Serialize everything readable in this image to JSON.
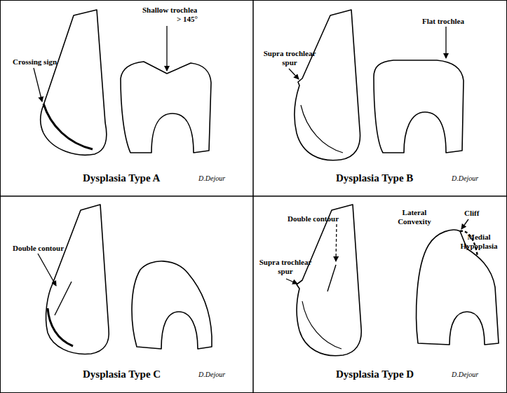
{
  "diagram": {
    "labels": [
      "Crossing sign",
      "Shallow trochlea",
      "> 145°",
      "Dysplasia Type A",
      "D.Dejour",
      "Supra trochlear spur",
      "Flat trochlea",
      "Dysplasia Type B",
      "D.Dejour",
      "Double contour",
      "Lateral Convexity",
      "Medial Hypoplasia",
      "Dysplasia Type C",
      "D.Dejour",
      "Double contour",
      "Cliff",
      "Supra trochlear spur",
      "Dysplasia Type D",
      "D.Dejour"
    ]
  }
}
